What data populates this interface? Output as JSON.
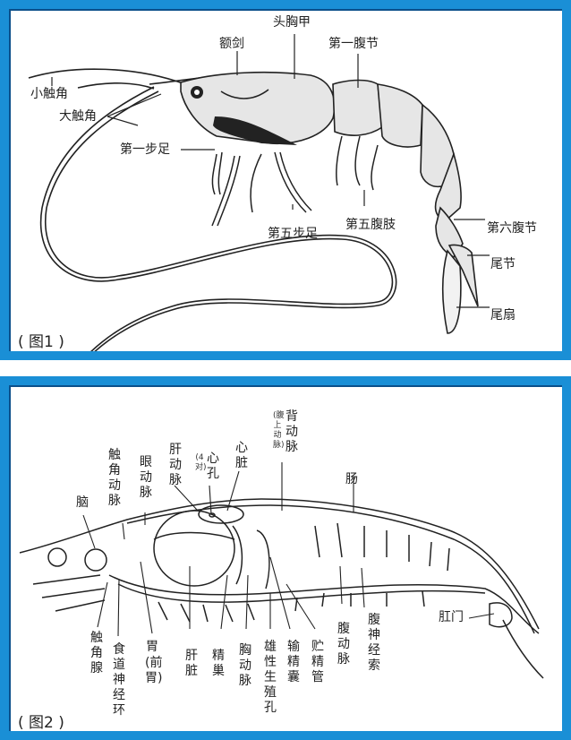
{
  "colors": {
    "frame": "#1a8fd6",
    "frame_edge": "#0b4f8a",
    "background": "#ffffff",
    "ink": "#222222",
    "body_fill": "#e6e6e6"
  },
  "figure1": {
    "caption": "( 图1 )",
    "labels": {
      "head_thorax_shell": "头胸甲",
      "rostrum": "额剑",
      "first_abdominal_segment": "第一腹节",
      "small_antenna": "小触角",
      "large_antenna": "大触角",
      "first_walking_leg": "第一步足",
      "fifth_walking_leg": "第五步足",
      "fifth_swimmeret": "第五腹肢",
      "sixth_abdominal_segment": "第六腹节",
      "telson": "尾节",
      "tail_fan": "尾扇"
    }
  },
  "figure2": {
    "caption": "( 图2 )",
    "labels": {
      "dorsal_artery": "背动脉",
      "dorsal_artery_note": "(腹上动脉)",
      "heart": "心脏",
      "ostia": "心孔",
      "ostia_note": "(4对)",
      "hepatic_artery": "肝动脉",
      "ophthalmic_artery": "眼动脉",
      "antennal_artery": "触角动脉",
      "brain": "脑",
      "intestine": "肠",
      "antennal_gland": "触角腺",
      "esophageal_nerve_ring": "食道神经环",
      "stomach": "胃",
      "stomach_note": "(前胃)",
      "liver": "肝脏",
      "testis": "精巢",
      "thoracic_artery": "胸动脉",
      "male_genital_pore": "雄性生殖孔",
      "spermatophore_sac": "输精囊",
      "sperm_duct": "贮精管",
      "abdominal_artery": "腹动脉",
      "ventral_nerve_cord": "腹神经索",
      "anus": "肛门"
    }
  }
}
